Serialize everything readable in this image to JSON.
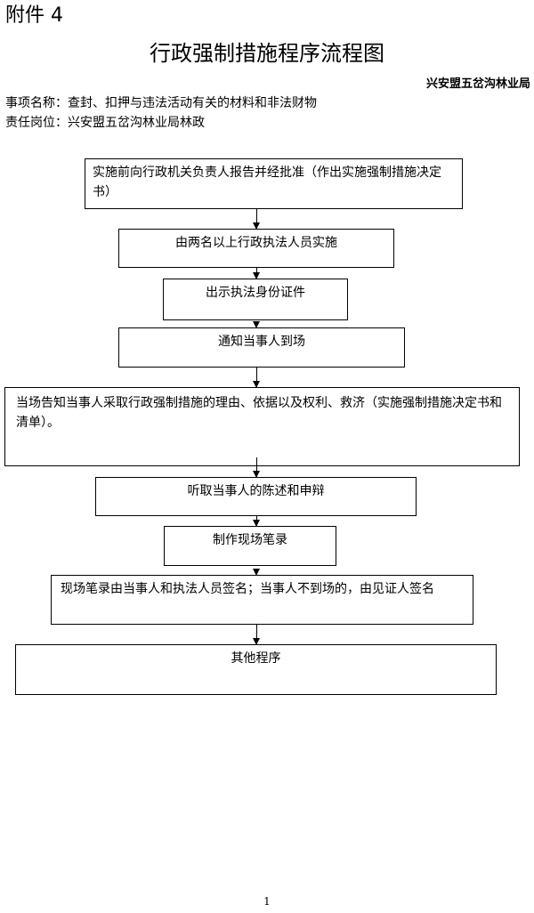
{
  "header": {
    "attachment": "附件 4",
    "title": "行政强制措施程序流程图",
    "organization": "兴安盟五岔沟林业局"
  },
  "meta": {
    "item": "事项名称：查封、扣押与违法活动有关的材料和非法财物",
    "post": "责任岗位：兴安盟五岔沟林业局林政"
  },
  "steps": [
    "实施前向行政机关负责人报告并经批准（作出实施强制措施决定书）",
    "由两名以上行政执法人员实施",
    "出示执法身份证件",
    "通知当事人到场",
    "当场告知当事人采取行政强制措施的理由、依据以及权利、救济（实施强制措施决定书和清单）。",
    "听取当事人的陈述和申辩",
    "制作现场笔录",
    "现场笔录由当事人和执法人员签名；当事人不到场的，由见证人签名",
    "其他程序"
  ],
  "footer": {
    "page_number": "1"
  }
}
